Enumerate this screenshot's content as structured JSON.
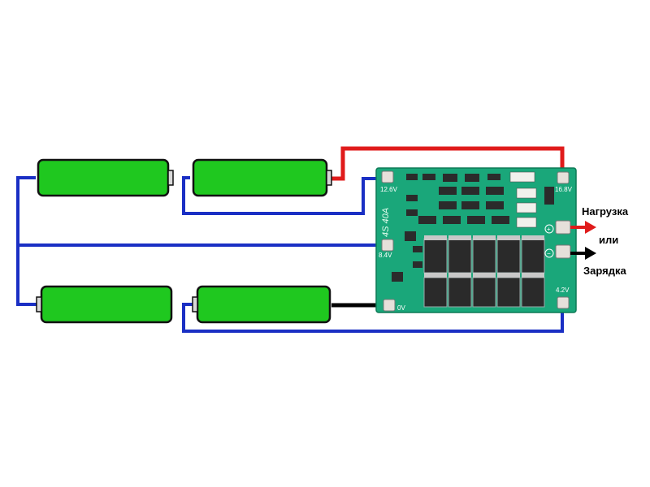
{
  "labels": {
    "load": "Нагрузка",
    "or": "или",
    "charge": "Зарядка"
  },
  "board": {
    "model": "4S 40A",
    "pad_16_8": "16.8V",
    "pad_12_6": "12.6V",
    "pad_8_4": "8.4V",
    "pad_4_2": "4.2V",
    "pad_0": "0V",
    "plus_sign": "+",
    "minus_sign": "−"
  },
  "colors": {
    "battery_fill": "#1fc81f",
    "wire_positive": "#e01b1b",
    "wire_negative": "#000000",
    "wire_balance": "#1a2fc4",
    "pcb": "#1aa77a"
  }
}
